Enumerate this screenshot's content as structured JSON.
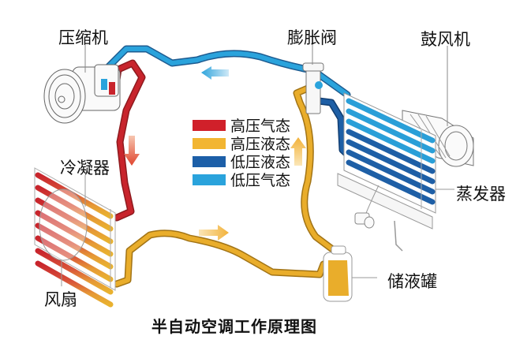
{
  "title": "半自动空调工作原理图",
  "labels": {
    "compressor": "压缩机",
    "expansion_valve": "膨胀阀",
    "blower": "鼓风机",
    "condenser": "冷凝器",
    "evaporator": "蒸发器",
    "fan": "风扇",
    "receiver_drier": "储液罐"
  },
  "legend": [
    {
      "label": "高压气态",
      "color": "#d0202a"
    },
    {
      "label": "高压液态",
      "color": "#f2b531"
    },
    {
      "label": "低压液态",
      "color": "#1c5fa8"
    },
    {
      "label": "低压气态",
      "color": "#2aa3dc"
    }
  ],
  "colors": {
    "high_pressure_gas": "#c8242c",
    "high_pressure_liquid": "#e9ad2b",
    "low_pressure_liquid": "#1e5fa6",
    "low_pressure_gas": "#2a9fd8",
    "outline": "#7a7a7a"
  },
  "flow_arrows": [
    {
      "name": "low-pressure-gas-flow",
      "direction": "left"
    },
    {
      "name": "high-pressure-gas-flow",
      "direction": "down"
    },
    {
      "name": "high-pressure-liquid-flow-bottom",
      "direction": "right"
    },
    {
      "name": "high-pressure-liquid-flow-right",
      "direction": "up"
    }
  ]
}
